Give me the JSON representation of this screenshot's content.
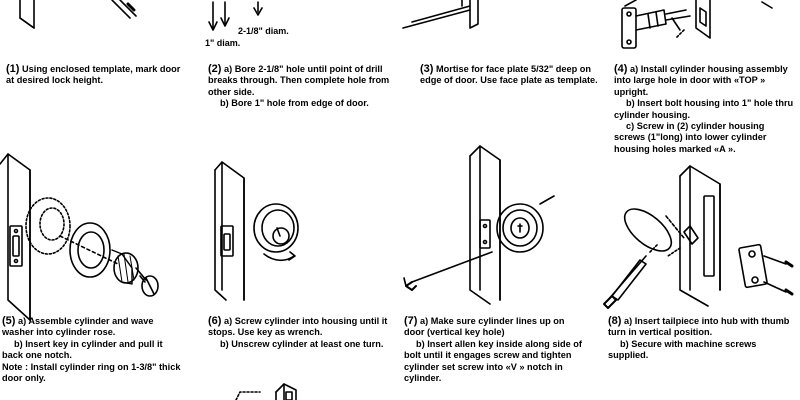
{
  "dimensions": {
    "hole_large": "2-1/8\" diam.",
    "hole_small": "1\" diam."
  },
  "steps": [
    {
      "num": "(1)",
      "lines": [
        "Using enclosed template, mark door",
        "at desired lock height."
      ]
    },
    {
      "num": "(2)",
      "lines": [
        "a) Bore 2-1/8\" hole until point of drill",
        "breaks through. Then complete hole from",
        "other side.",
        "b) Bore 1\" hole from edge of door."
      ]
    },
    {
      "num": "(3)",
      "lines": [
        "Mortise for face plate 5/32\" deep on",
        "edge of door. Use face plate as template."
      ]
    },
    {
      "num": "(4)",
      "lines": [
        "a) Install cylinder housing assembly",
        "into large hole in door with «TOP »",
        "upright.",
        "b) Insert bolt housing into 1\" hole thru",
        "cylinder housing.",
        "c) Screw in (2) cylinder housing",
        "screws (1\"long) into lower cylinder",
        "housing holes marked «A »."
      ]
    },
    {
      "num": "(5)",
      "lines": [
        "a) Assemble cylinder and wave",
        "washer into cylinder rose.",
        "b) Insert key in cylinder and pull it",
        "back one notch.",
        "Note : Install cylinder ring on 1-3/8\" thick",
        "door only."
      ]
    },
    {
      "num": "(6)",
      "lines": [
        "a) Screw cylinder into housing until it",
        "stops. Use key as wrench.",
        "b) Unscrew cylinder at least one turn."
      ]
    },
    {
      "num": "(7)",
      "lines": [
        "a) Make sure cylinder lines up on",
        "door (vertical key hole)",
        "b) Insert allen key inside along side of",
        "bolt until it engages screw and tighten",
        "cylinder set screw into «V » notch in",
        "cylinder."
      ]
    },
    {
      "num": "(8)",
      "lines": [
        "a) Insert tailpiece into hub with thumb",
        "turn in vertical position.",
        "b) Secure with machine screws",
        "supplied."
      ]
    }
  ]
}
